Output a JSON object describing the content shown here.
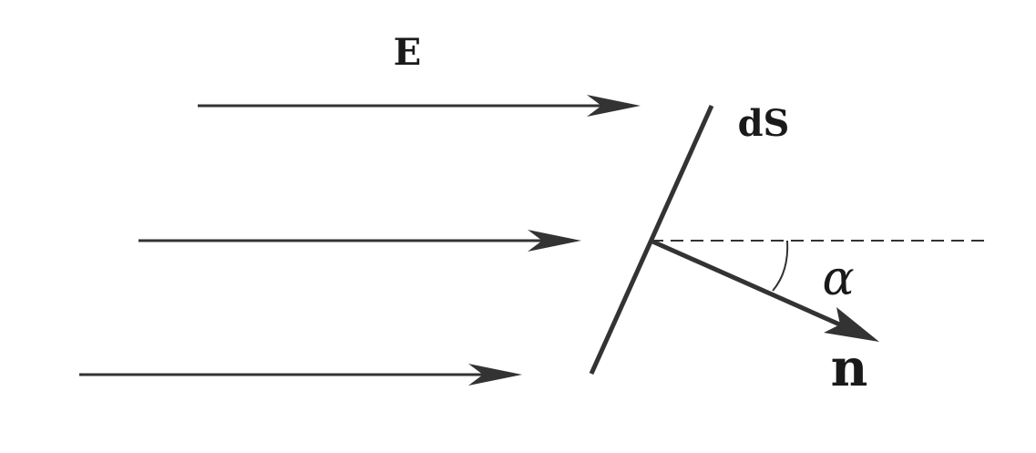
{
  "labels": {
    "field": "E",
    "surface_element": "dS",
    "normal": "n",
    "angle": "α"
  },
  "colors": {
    "stroke": "#333333",
    "text": "#1a1a1a",
    "background": "#ffffff"
  }
}
